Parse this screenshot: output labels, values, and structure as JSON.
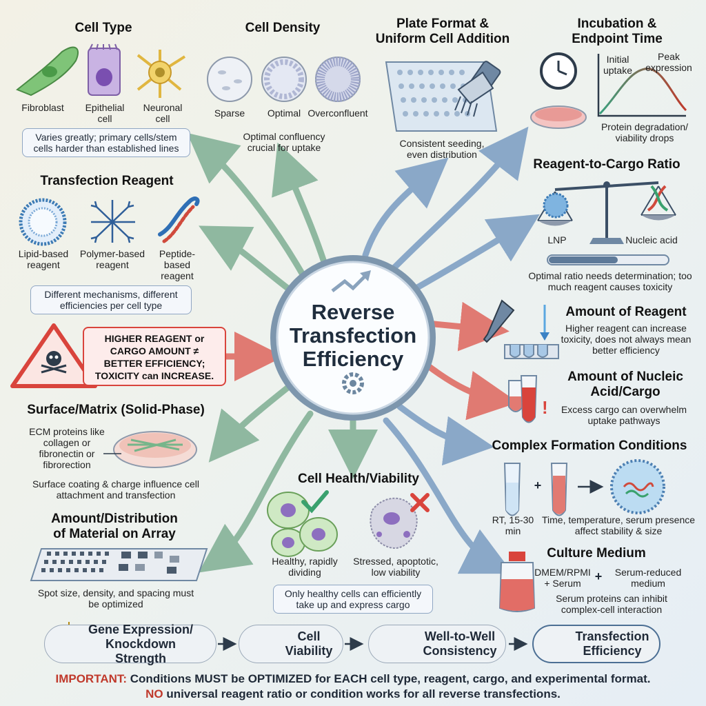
{
  "center": {
    "line1": "Reverse",
    "line2": "Transfection",
    "line3": "Efficiency"
  },
  "cell_type": {
    "title": "Cell Type",
    "fibroblast": "Fibroblast",
    "epithelial": "Epithelial cell",
    "neuronal": "Neuronal cell",
    "note": "Varies greatly; primary cells/stem cells harder than established lines"
  },
  "cell_density": {
    "title": "Cell Density",
    "sparse": "Sparse",
    "optimal": "Optimal",
    "overconfluent": "Overconfluent",
    "note": "Optimal confluency crucial for uptake"
  },
  "plate_format": {
    "title1": "Plate Format &",
    "title2": "Uniform Cell Addition",
    "note": "Consistent seeding, even distribution"
  },
  "incubation": {
    "title1": "Incubation &",
    "title2": "Endpoint Time",
    "initial": "Initial uptake",
    "peak": "Peak expression",
    "note": "Protein degradation/ viability drops"
  },
  "reagent_ratio": {
    "title": "Reagent-to-Cargo Ratio",
    "lnp": "LNP",
    "nucleic": "Nucleic acid",
    "note": "Optimal ratio needs determination; too much reagent causes toxicity"
  },
  "amount_reagent": {
    "title": "Amount of Reagent",
    "note": "Higher reagent can increase toxicity, does not always mean better efficiency"
  },
  "amount_cargo": {
    "title1": "Amount of Nucleic",
    "title2": "Acid/Cargo",
    "note": "Excess cargo can overwhelm uptake pathways"
  },
  "complex_formation": {
    "title": "Complex Formation Conditions",
    "plus": "+",
    "rt": "RT, 15-30 min",
    "note": "Time, temperature, serum presence affect stability & size"
  },
  "culture_medium": {
    "title": "Culture Medium",
    "dmem": "DMEM/RPMI + Serum",
    "plus": "+",
    "serum_reduced": "Serum-reduced medium",
    "note": "Serum proteins can inhibit complex-cell interaction"
  },
  "transfection_reagent": {
    "title": "Transfection Reagent",
    "lipid": "Lipid-based reagent",
    "polymer": "Polymer-based reagent",
    "peptide": "Peptide-based reagent",
    "note": "Different mechanisms, different efficiencies per cell type"
  },
  "warning": {
    "line1": "HIGHER REAGENT or",
    "line2": "CARGO AMOUNT ≠",
    "line3": "BETTER EFFICIENCY;",
    "line4": "TOXICITY can INCREASE."
  },
  "surface": {
    "title": "Surface/Matrix (Solid-Phase)",
    "ecm": "ECM proteins like collagen or fibronectin or fibrorection",
    "note": "Surface coating & charge influence cell attachment and transfection"
  },
  "amount_distribution": {
    "title1": "Amount/Distribution",
    "title2": "of Material on Array",
    "note": "Spot size, density, and spacing must be optimized"
  },
  "cell_health": {
    "title": "Cell Health/Viability",
    "healthy": "Healthy, rapidly dividing",
    "stressed": "Stressed, apoptotic, low viability",
    "note": "Only healthy cells can efficiently take up and express cargo"
  },
  "bottom_flow": [
    "Gene Expression/ Knockdown Strength",
    "Cell Viability",
    "Well-to-Well Consistency",
    "Transfection Efficiency"
  ],
  "important": {
    "label": "IMPORTANT:",
    "line1": " Conditions MUST be OPTIMIZED for EACH cell type, reagent, cargo, and experimental format.",
    "no": "NO",
    "line2": " universal reagent ratio or condition works for all reverse transfections."
  },
  "colors": {
    "arrow_green": "#8fb8a0",
    "arrow_blue": "#8aa8c8",
    "arrow_red": "#e07a72",
    "warning_red": "#d9443c",
    "title_red": "#c0392b"
  }
}
